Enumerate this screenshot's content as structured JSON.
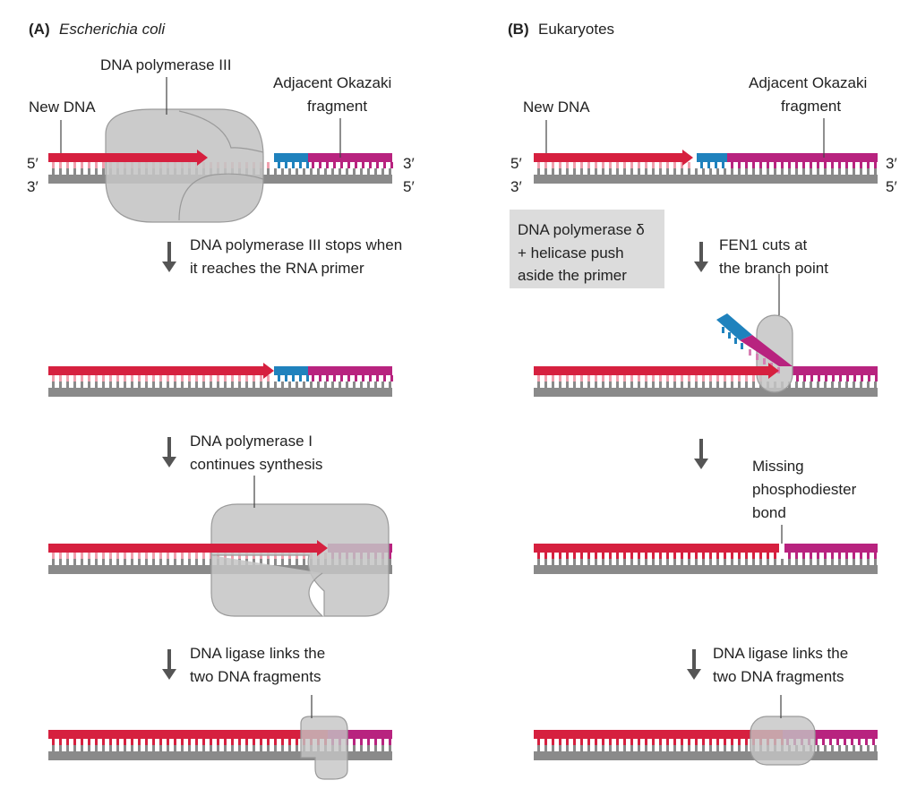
{
  "panel_a": {
    "id": "(A)",
    "title": "Escherichia coli",
    "labels": {
      "pol3": "DNA polymerase III",
      "new_dna": "New DNA",
      "okazaki_1": "Adjacent Okazaki",
      "okazaki_2": "fragment",
      "five_prime_top": "5′",
      "three_prime_top": "3′",
      "three_prime_bottom": "3′",
      "five_prime_bottom": "5′"
    },
    "steps": [
      {
        "line1": "DNA polymerase III stops when",
        "line2": "it reaches the RNA primer"
      },
      {
        "line1": "DNA polymerase I",
        "line2": "continues synthesis"
      },
      {
        "line1": "DNA ligase links the",
        "line2": "two DNA fragments"
      }
    ]
  },
  "panel_b": {
    "id": "(B)",
    "title": "Eukaryotes",
    "labels": {
      "new_dna": "New DNA",
      "okazaki_1": "Adjacent Okazaki",
      "okazaki_2": "fragment",
      "five_prime_top": "5′",
      "three_prime_top": "3′",
      "three_prime_bottom": "3′",
      "five_prime_bottom": "5′"
    },
    "note": {
      "line1": "DNA polymerase δ",
      "line2": "+ helicase push",
      "line3": "aside the primer"
    },
    "steps": [
      {
        "line1": "FEN1 cuts at",
        "line2": "the branch point"
      },
      {
        "line1": "Missing",
        "line2": "phosphodiester",
        "line3": "bond"
      },
      {
        "line1": "DNA ligase links the",
        "line2": "two DNA fragments"
      }
    ]
  },
  "colors": {
    "new_dna": "#d6203f",
    "rna_primer": "#1f82bd",
    "okazaki": "#b8237f",
    "template": "#8a8a8a",
    "enzyme": "#c4c4c4",
    "enzyme_stroke": "#9a9a9a",
    "arrow": "#555555",
    "note_bg": "#dcdcdc"
  }
}
